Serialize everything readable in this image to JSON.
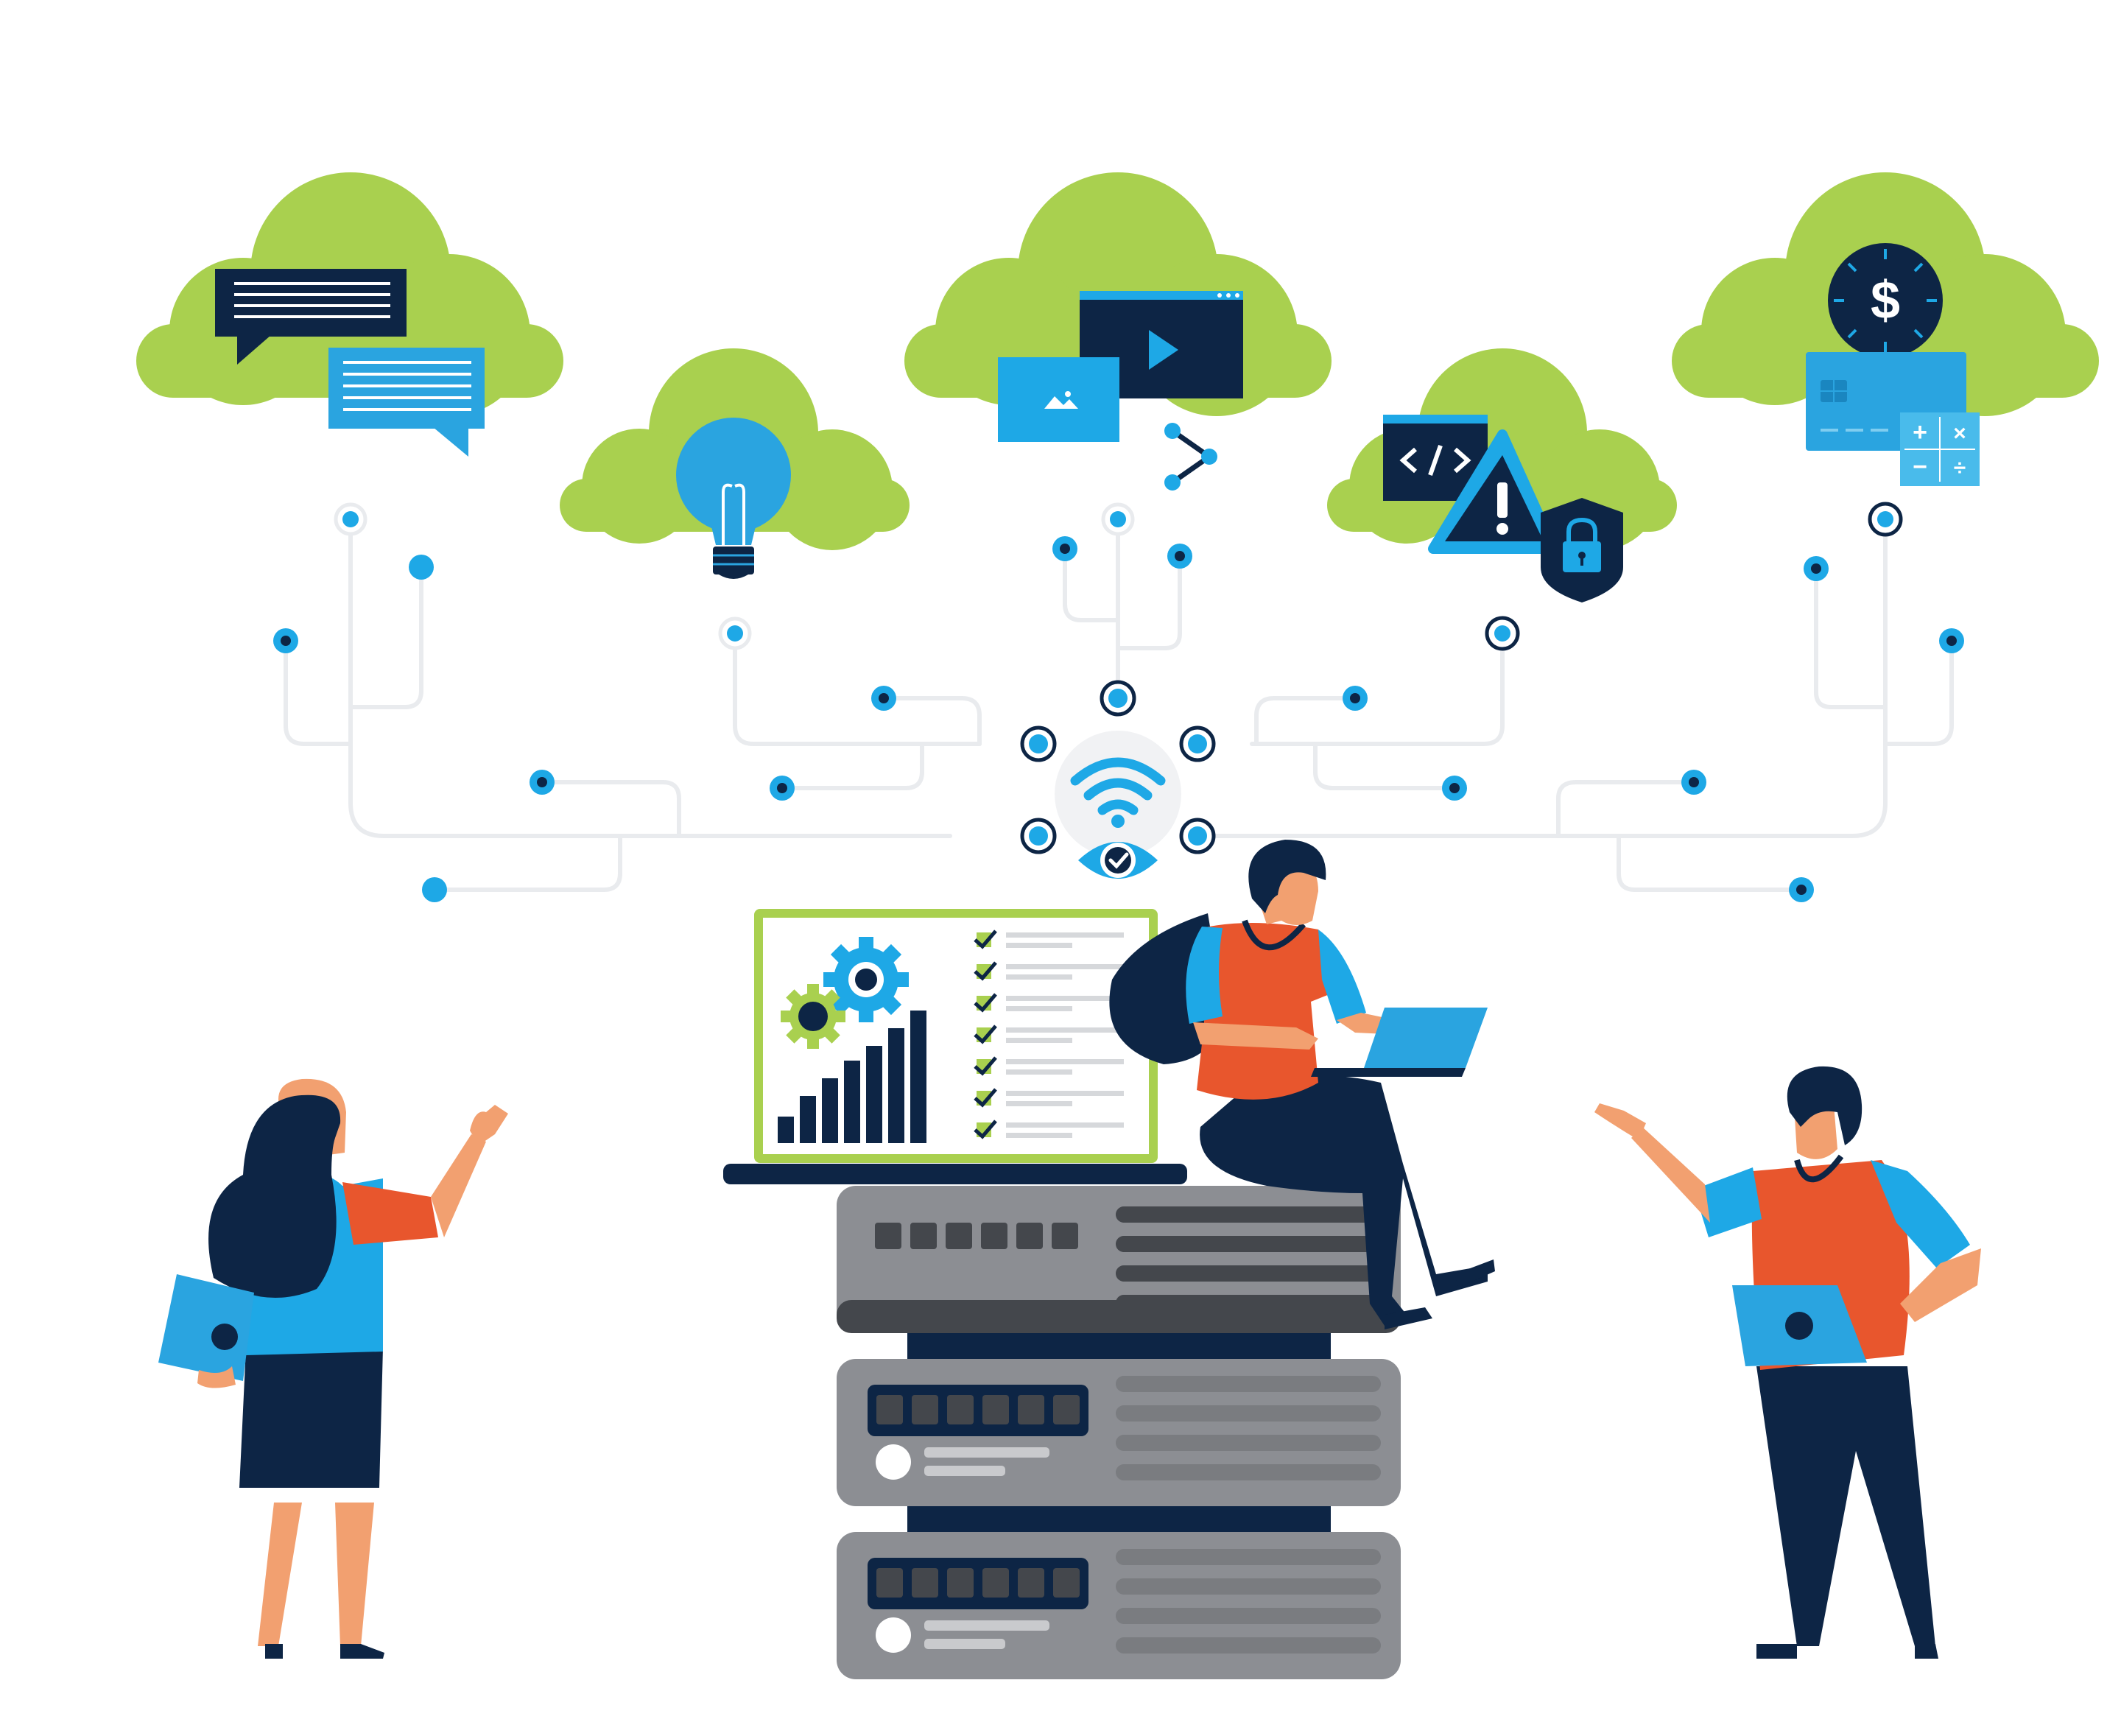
{
  "colors": {
    "cloud_green": "#a9d04f",
    "navy": "#0d2545",
    "accent_blue": "#1ea8e6",
    "light_blue": "#2aa4e0",
    "orange_shirt": "#e8562d",
    "skin": "#f2a070",
    "server_gray": "#8c8e93",
    "server_dark": "#44474c",
    "line_gray": "#e9ebee",
    "screen_green_border": "#a9d04f"
  },
  "icons": [
    "chat-bubbles-icon",
    "lightbulb-icon",
    "video-player-icon",
    "image-icon",
    "share-icon",
    "code-window-icon",
    "warning-icon",
    "lock-shield-icon",
    "dollar-coin-icon",
    "credit-card-icon",
    "calculator-icon",
    "wifi-icon",
    "eye-check-icon",
    "gears-icon",
    "bar-chart-icon",
    "checklist-icon"
  ],
  "calculator": {
    "keys": [
      "+",
      "×",
      "−",
      "÷"
    ]
  },
  "coin": {
    "symbol": "$"
  },
  "dashboard": {
    "bar_levels": [
      0.18,
      0.32,
      0.44,
      0.56,
      0.66,
      0.78,
      0.9
    ],
    "checklist_items": 7
  }
}
